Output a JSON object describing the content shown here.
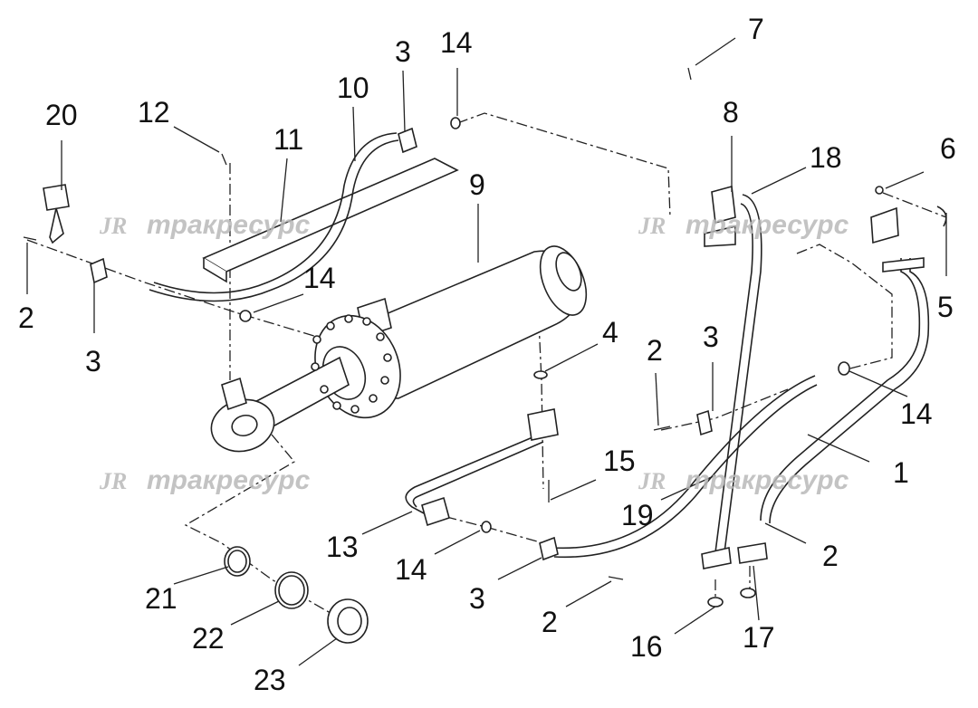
{
  "watermark": {
    "logo": "JR",
    "text": "тракресурс"
  },
  "callouts": [
    {
      "id": "c1",
      "text": "1"
    },
    {
      "id": "c2a",
      "text": "2"
    },
    {
      "id": "c2b",
      "text": "2"
    },
    {
      "id": "c2c",
      "text": "2"
    },
    {
      "id": "c2d",
      "text": "2"
    },
    {
      "id": "c3a",
      "text": "3"
    },
    {
      "id": "c3b",
      "text": "3"
    },
    {
      "id": "c3c",
      "text": "3"
    },
    {
      "id": "c3d",
      "text": "3"
    },
    {
      "id": "c4",
      "text": "4"
    },
    {
      "id": "c5",
      "text": "5"
    },
    {
      "id": "c6",
      "text": "6"
    },
    {
      "id": "c7",
      "text": "7"
    },
    {
      "id": "c8",
      "text": "8"
    },
    {
      "id": "c9",
      "text": "9"
    },
    {
      "id": "c10",
      "text": "10"
    },
    {
      "id": "c11",
      "text": "11"
    },
    {
      "id": "c12",
      "text": "12"
    },
    {
      "id": "c13",
      "text": "13"
    },
    {
      "id": "c14a",
      "text": "14"
    },
    {
      "id": "c14b",
      "text": "14"
    },
    {
      "id": "c14c",
      "text": "14"
    },
    {
      "id": "c14d",
      "text": "14"
    },
    {
      "id": "c15",
      "text": "15"
    },
    {
      "id": "c16",
      "text": "16"
    },
    {
      "id": "c17",
      "text": "17"
    },
    {
      "id": "c18",
      "text": "18"
    },
    {
      "id": "c19",
      "text": "19"
    },
    {
      "id": "c20",
      "text": "20"
    },
    {
      "id": "c21",
      "text": "21"
    },
    {
      "id": "c22",
      "text": "22"
    },
    {
      "id": "c23",
      "text": "23"
    }
  ]
}
